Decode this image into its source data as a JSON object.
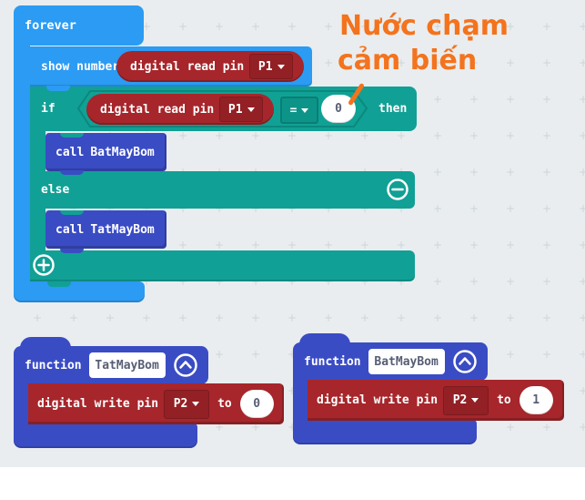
{
  "annotation": {
    "line1": "Nước chạm",
    "line2": "cảm biến",
    "color": "#f4731d"
  },
  "main_stack": {
    "forever_label": "forever",
    "show_number": {
      "label": "show number",
      "reporter": {
        "label": "digital read pin",
        "pin": "P1"
      }
    },
    "if": {
      "keyword": "if",
      "then": "then",
      "else": "else",
      "condition": {
        "reporter": {
          "label": "digital read pin",
          "pin": "P1"
        },
        "operator": "=",
        "value": "0"
      },
      "then_call": {
        "keyword": "call",
        "function": "BatMayBom"
      },
      "else_call": {
        "keyword": "call",
        "function": "TatMayBom"
      }
    }
  },
  "functions": [
    {
      "keyword": "function",
      "name": "TatMayBom",
      "statement": {
        "label": "digital write pin",
        "pin": "P2",
        "to": "to",
        "value": "0"
      }
    },
    {
      "keyword": "function",
      "name": "BatMayBom",
      "statement": {
        "label": "digital write pin",
        "pin": "P2",
        "to": "to",
        "value": "1"
      }
    }
  ],
  "icons": {
    "collapse": "chevron-up-circle",
    "add_branch": "plus-circle",
    "remove_branch": "minus-circle",
    "dropdown": "triangle-down"
  },
  "colors": {
    "basic_blue": "#2b9bf3",
    "logic_teal": "#11a095",
    "functions_indigo": "#3a4cc4",
    "pins_red": "#a6262b",
    "annotation_orange": "#f4731d",
    "workspace_bg": "#e9edef"
  }
}
